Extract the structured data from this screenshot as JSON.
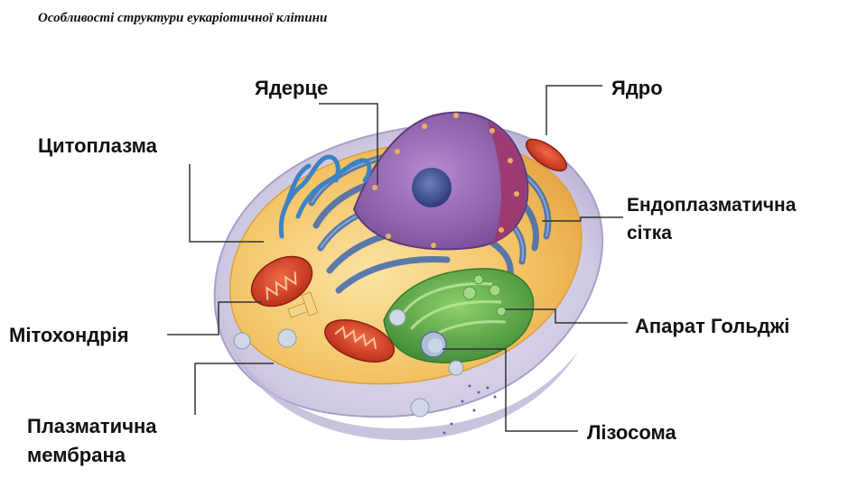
{
  "title": "Особливості структури еукаріотичної клітини",
  "labels": {
    "nucleolus": "Ядерце",
    "nucleus": "Ядро",
    "cytoplasm": "Цитоплазма",
    "er_line1": "Ендоплазматична",
    "er_line2": "сітка",
    "golgi": "Апарат Гольджі",
    "mitochondrion": "Мітохондрія",
    "membrane_line1": "Плазматична",
    "membrane_line2": "мембрана",
    "lysosome": "Лізосома"
  },
  "colors": {
    "membrane": "#d9d2e8",
    "cytoplasm": "#f3c66a",
    "nucleus": "#9a6bb5",
    "nucleolus": "#3e4f8f",
    "er": "#4a6fae",
    "golgi": "#5aa64a",
    "mitochondria": "#d8432a",
    "leader_line": "#333333"
  }
}
